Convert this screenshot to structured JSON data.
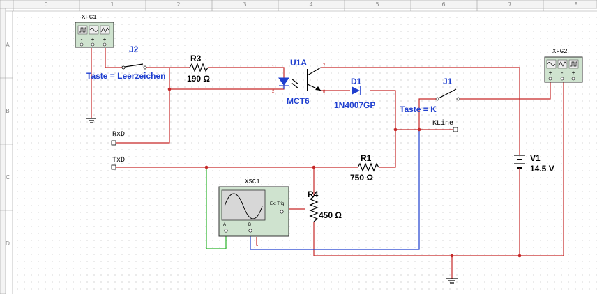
{
  "colors": {
    "wire_signal": "#c62828",
    "wire_scope_b": "#1f3fcf",
    "wire_scope_a": "#2bb52b",
    "label_blue": "#1f3fcf",
    "instrument_fill": "#cfe3cf",
    "grid_dot": "#b0b0b0"
  },
  "rulers": {
    "top": [
      "0",
      "1",
      "2",
      "3",
      "4",
      "5",
      "6",
      "7",
      "8"
    ],
    "side": [
      "A",
      "B",
      "C",
      "D"
    ]
  },
  "xfg1": {
    "ref": "XFG1",
    "terminals": [
      "-",
      "+",
      "+"
    ]
  },
  "xfg2": {
    "ref": "XFG2",
    "terminals": [
      "+",
      "-",
      "+"
    ]
  },
  "j2": {
    "ref": "J2",
    "key": "Taste = Leerzeichen"
  },
  "r3": {
    "ref": "R3",
    "value": "190 Ω"
  },
  "u1": {
    "ref": "U1A",
    "type": "MCT6",
    "pins": [
      "1",
      "2",
      "7",
      "8"
    ]
  },
  "d1": {
    "ref": "D1",
    "type": "1N4007GP"
  },
  "j1": {
    "ref": "J1",
    "key": "Taste = K"
  },
  "kline": {
    "label": "KLine"
  },
  "rxd": {
    "label": "RxD"
  },
  "txd": {
    "label": "TxD"
  },
  "r1": {
    "ref": "R1",
    "value": "750 Ω"
  },
  "xsc1": {
    "ref": "XSC1",
    "ext_trig": "Ext Trig",
    "channels": [
      "A",
      "B"
    ]
  },
  "r4": {
    "ref": "R4",
    "value": "450 Ω"
  },
  "v1": {
    "ref": "V1",
    "value": "14.5 V"
  }
}
